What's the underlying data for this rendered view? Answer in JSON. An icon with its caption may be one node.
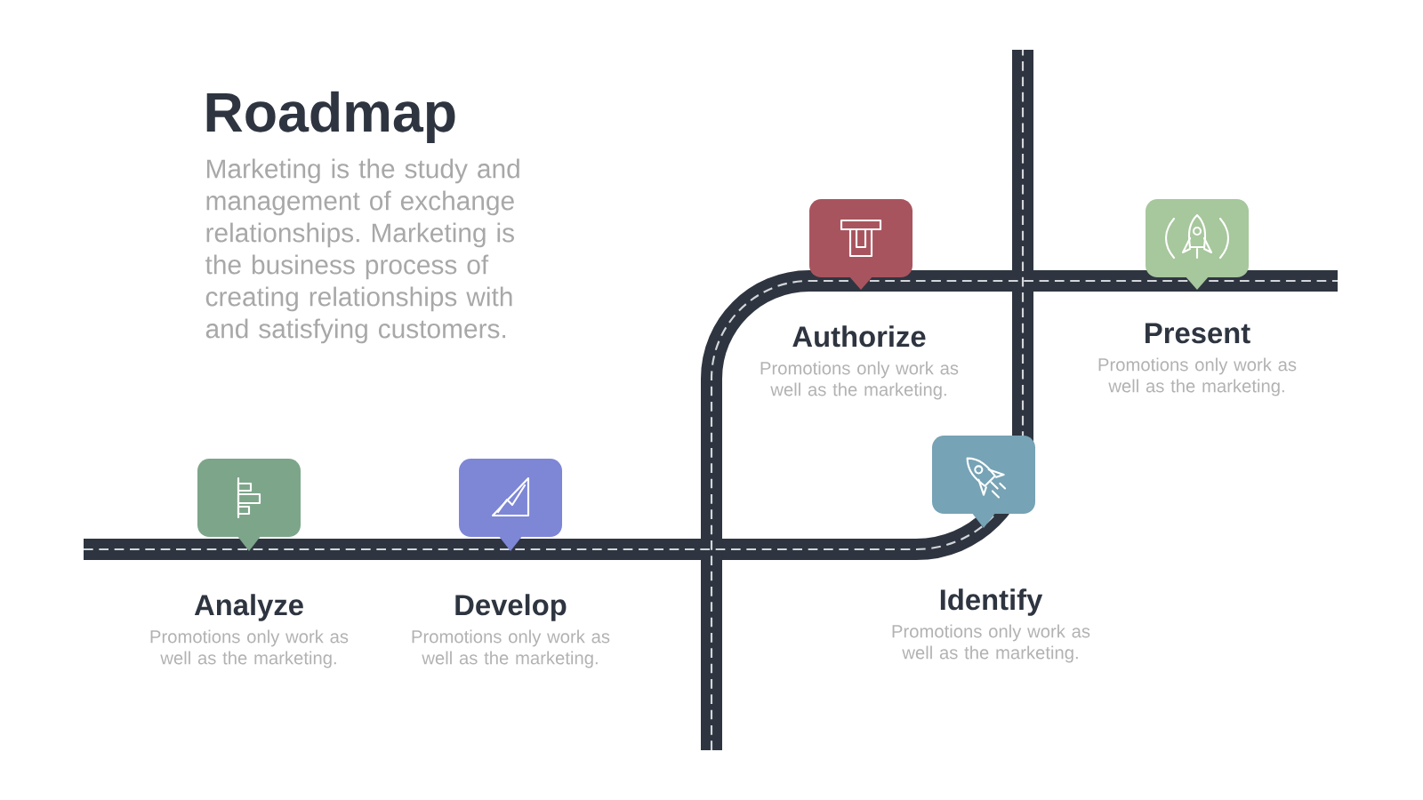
{
  "diagram": {
    "title": "Roadmap",
    "nodes": [
      {
        "text": [],
        "shape": "callout",
        "beside": [
          "Analyze",
          "Promotions only work as well as the marketing."
        ]
      },
      {
        "text": [],
        "shape": "callout",
        "beside": [
          "Develop",
          "Promotions only work as well as the marketing."
        ]
      },
      {
        "text": [],
        "shape": "callout",
        "beside": [
          "Authorize",
          "Promotions only work as well as the marketing."
        ]
      },
      {
        "text": [],
        "shape": "callout",
        "beside": [
          "Identify",
          "Promotions only work as well as the marketing."
        ]
      },
      {
        "text": [],
        "shape": "callout",
        "beside": [
          "Present",
          "Promotions only work as well as the marketing."
        ]
      }
    ],
    "labels": [
      "Marketing is the study and management of exchange relationships. Marketing is the business process of creating relationships with and satisfying customers."
    ]
  }
}
